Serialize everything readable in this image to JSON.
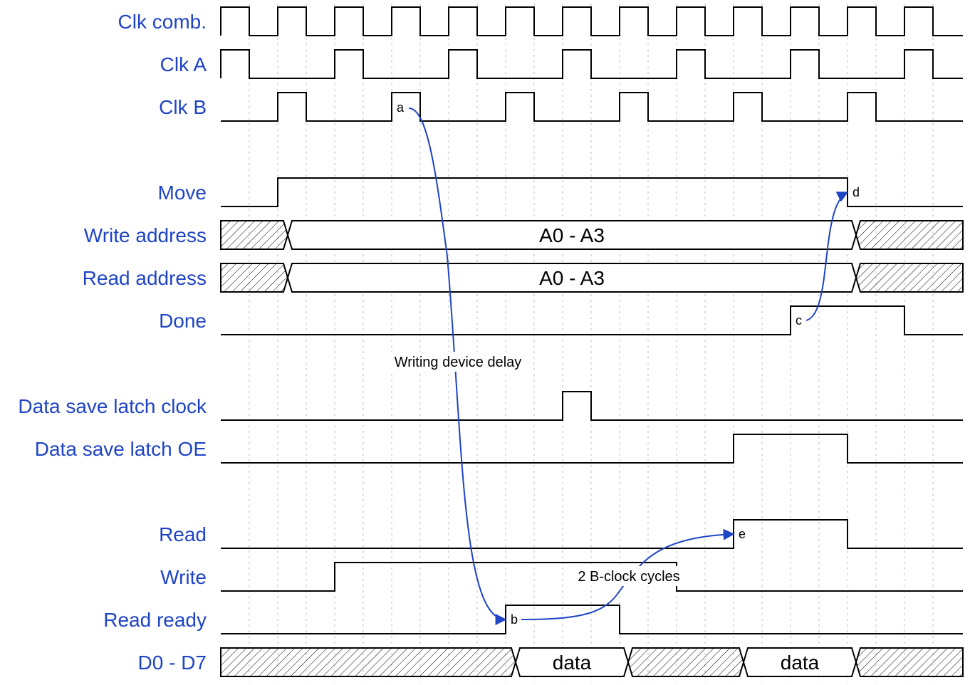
{
  "signals": [
    "Clk comb.",
    "Clk A",
    "Clk B",
    "Move",
    "Write address",
    "Read address",
    "Done",
    "Data save latch clock",
    "Data save latch OE",
    "Read",
    "Write",
    "Read ready",
    "D0 - D7"
  ],
  "buses": {
    "write_address": "A0 - A3",
    "read_address": "A0 - A3",
    "data_1": "data",
    "data_2": "data"
  },
  "markers": {
    "a": "a",
    "b": "b",
    "c": "c",
    "d": "d",
    "e": "e"
  },
  "annotations": {
    "writing_device_delay": "Writing device delay",
    "b_clock_cycles": "2 B-clock cycles"
  },
  "colors": {
    "label": "#1f44c4",
    "arrow": "#1f44c4",
    "wave": "#000000",
    "grid": "#c8c8c8"
  }
}
